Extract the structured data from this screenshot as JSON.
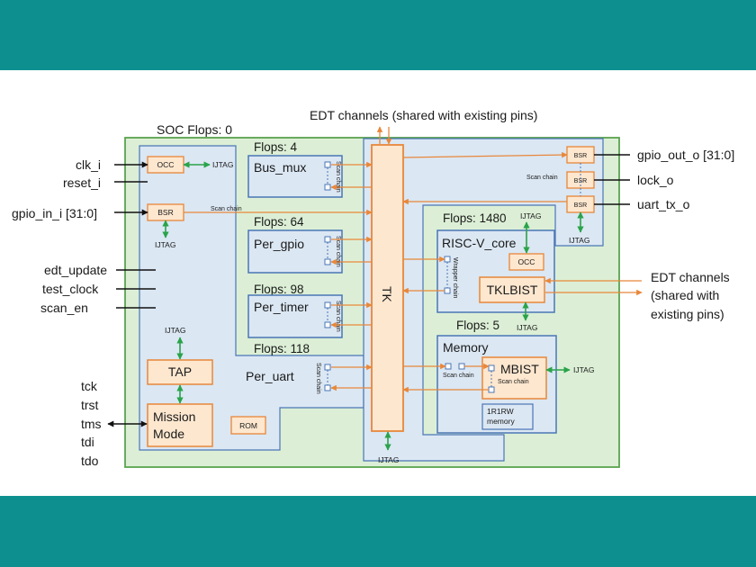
{
  "colors": {
    "band": "#0e8f8f",
    "soc_fill": "#dcefd6",
    "soc_border": "#5aa34f",
    "block_fill": "#dbe7f3",
    "block_border": "#4a76b5",
    "module_fill": "#fde7cf",
    "module_border": "#e8873a",
    "orange_arrow": "#e8873a",
    "green_arrow": "#2aa34a"
  },
  "soc": {
    "label": "SOC  Flops: 0"
  },
  "edt_top": "EDT channels (shared with existing pins)",
  "edt_right": [
    "EDT channels",
    "(shared with",
    "existing pins)"
  ],
  "inputs_top": [
    "clk_i",
    "reset_i"
  ],
  "gpio_in": "gpio_in_i [31:0]",
  "inputs_mid": [
    "edt_update",
    "test_clock",
    "scan_en"
  ],
  "jtag_pins": [
    "tck",
    "trst",
    "tms",
    "tdi",
    "tdo"
  ],
  "outputs": [
    "gpio_out_o [31:0]",
    "lock_o",
    "uart_tx_o"
  ],
  "blocks": {
    "bus_mux": {
      "flops": "Flops: 4",
      "name": "Bus_mux"
    },
    "per_gpio": {
      "flops": "Flops: 64",
      "name": "Per_gpio"
    },
    "per_timer": {
      "flops": "Flops: 98",
      "name": "Per_timer"
    },
    "per_uart": {
      "flops": "Flops: 118",
      "name": "Per_uart"
    },
    "riscv": {
      "flops": "Flops: 1480",
      "name": "RISC-V_core"
    },
    "memory": {
      "flops": "Flops: 5",
      "name": "Memory"
    }
  },
  "modules": {
    "occ": "OCC",
    "bsr": "BSR",
    "tk": "TK",
    "tklbist": "TKLBIST",
    "mbist": "MBIST",
    "tap": "TAP",
    "mission": [
      "Mission",
      "Mode"
    ],
    "rom": "ROM",
    "ram": [
      "1R1RW",
      "memory"
    ]
  },
  "labels": {
    "ijtag": "IJTAG",
    "scan_chain": "Scan chain",
    "wrapper_chain": "Wrapper chain"
  }
}
